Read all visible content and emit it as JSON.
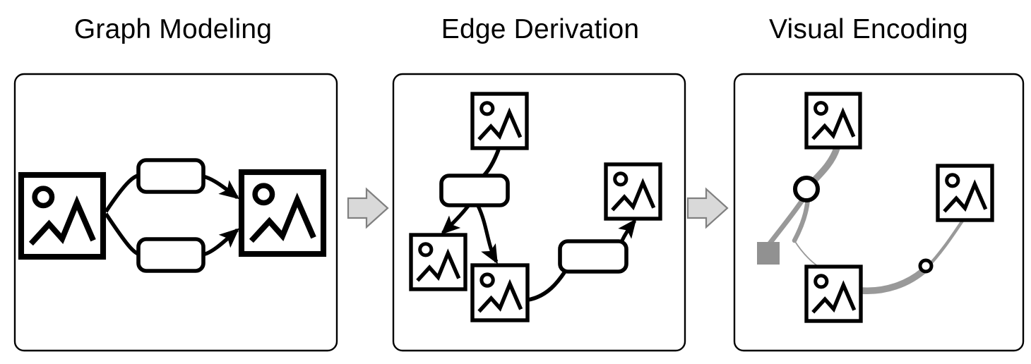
{
  "figure": {
    "kind": "pipeline-diagram",
    "panel_count": 3,
    "background_color": "#ffffff",
    "stroke_color": "#000000",
    "panel_border_color": "#000000",
    "chevron_fill": "#d9d9d9",
    "chevron_stroke": "#808080",
    "encoded_edge_color": "#999999",
    "encoded_marker_fill": "#ffffff",
    "encoded_square_fill": "#919191"
  },
  "panels": [
    {
      "id": "graph-modeling",
      "title": "Graph Modeling",
      "image_node_count": 2,
      "relation_node_count": 2,
      "edge_count": 2
    },
    {
      "id": "edge-derivation",
      "title": "Edge Derivation",
      "image_node_count": 4,
      "relation_node_count": 2,
      "edge_count": 4
    },
    {
      "id": "visual-encoding",
      "title": "Visual Encoding",
      "image_node_count": 3,
      "marker_count": 3,
      "edge_count": 3
    }
  ],
  "connectors": [
    {
      "id": "chevron-1",
      "label": "step-arrow"
    },
    {
      "id": "chevron-2",
      "label": "step-arrow"
    }
  ],
  "icons": {
    "image_icon": "image-icon",
    "relation_icon": "rounded-rectangle-node",
    "chevron_icon": "right-chevron-icon",
    "marker_large_circle": "circle-marker-large",
    "marker_small_circle": "circle-marker-small",
    "marker_square": "square-marker"
  }
}
